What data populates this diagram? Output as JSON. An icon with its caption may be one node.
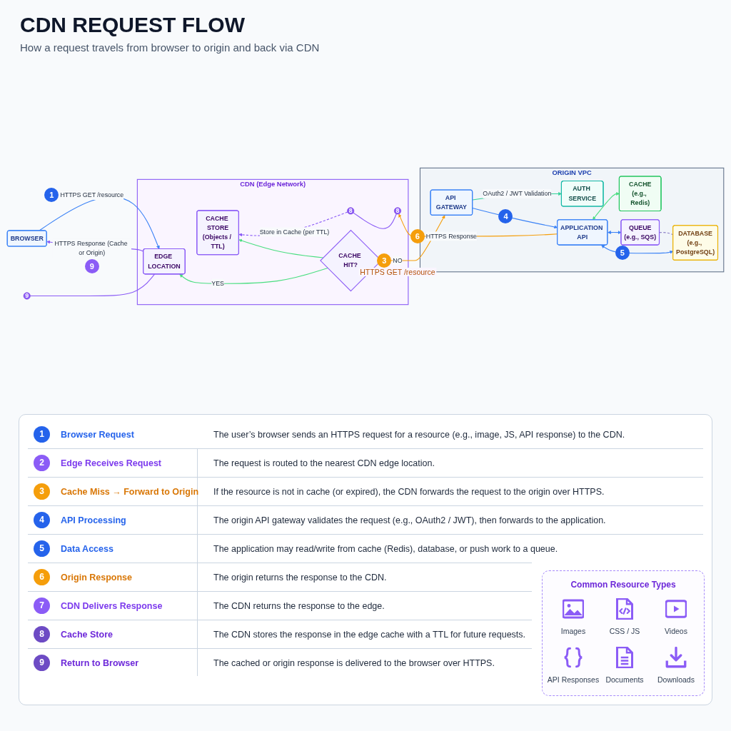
{
  "diagram": {
    "title": "CDN REQUEST FLOW",
    "nodes": [
      {
        "text": [
          "BROWSER"
        ]
      },
      {
        "text": [
          "CDN (Edge Network)"
        ]
      },
      {
        "text": [
          "9"
        ]
      },
      {
        "text": [
          "EDGE LOCATION"
        ],
        "in": 1
      },
      {
        "text": [
          "CACHE HIT?"
        ],
        "in": 1
      },
      {
        "text": [
          "8"
        ],
        "in": 1
      },
      {
        "text": [
          "8"
        ],
        "in": 1
      },
      {
        "text": [
          "CACHE STORE",
          "(Objects / TTL)"
        ],
        "in": 1
      },
      {
        "text": [
          "ORIGIN VPC"
        ]
      },
      {
        "text": [
          "API GATEWAY"
        ],
        "in": 8
      },
      {
        "text": [
          "AUTH SERVICE"
        ],
        "in": 8
      },
      {
        "text": [
          "APPLICATION API"
        ],
        "in": 8
      },
      {
        "text": [
          "CACHE",
          "(e.g., Redis)"
        ],
        "in": 8
      },
      {
        "text": [
          "QUEUE",
          "(e.g., SQS)"
        ],
        "in": 8
      },
      {
        "text": [
          "DATABASE",
          "(e.g., PostgreSQL)"
        ],
        "in": 8
      }
    ],
    "edges": [
      {
        "from": 0,
        "to": 3,
        "arrow": "to",
        "label": "HTTPS GET /resource",
        "color": "#3b82f6"
      },
      {
        "from": 3,
        "to": 0,
        "arrow": "to",
        "label": "HTTPS Response (Cache or Origin)",
        "color": "#8b5cf6"
      },
      {
        "from": 2,
        "to": 3,
        "arrow": "none",
        "color": "#8b5cf6"
      },
      {
        "from": 4,
        "to": 9,
        "arrow": "to",
        "label": "NO",
        "color": "#f59e0b"
      },
      {
        "from": 4,
        "to": 3,
        "arrow": "to",
        "label": "YES",
        "color": "#4ade80"
      },
      {
        "from": 4,
        "to": 7,
        "arrow": "to",
        "color": "#4ade80"
      },
      {
        "from": 11,
        "to": 5,
        "arrow": "to",
        "label": "HTTPS Response",
        "color": "#f59e0b"
      },
      {
        "from": 5,
        "to": 6,
        "arrow": "none",
        "color": "#8b5cf6"
      },
      {
        "from": 6,
        "to": 7,
        "arrow": "to",
        "label": "Store in Cache (per TTL)",
        "style": "dashed",
        "color": "#8b5cf6"
      },
      {
        "from": 9,
        "to": 10,
        "arrow": "to",
        "label": "OAuth2 / JWT Validation",
        "color": "#34d399"
      },
      {
        "from": 9,
        "to": 11,
        "arrow": "to",
        "color": "#3b82f6"
      },
      {
        "from": 11,
        "to": 12,
        "arrow": "both",
        "color": "#4ade80"
      },
      {
        "from": 11,
        "to": 13,
        "arrow": "both",
        "color": "#3b82f6"
      },
      {
        "from": 11,
        "to": 14,
        "arrow": "both",
        "color": "#3b82f6"
      },
      {
        "from": 13,
        "to": 14,
        "arrow": "none",
        "style": "dashed",
        "color": "#8b7fc7"
      }
    ],
    "labels": [
      "How a request travels from browser to origin and back via CDN",
      "1",
      "9",
      "3",
      "HTTPS GET /resource",
      "4",
      "6",
      "5",
      "1",
      "Browser Request",
      "The user’s browser sends an HTTPS request for a resource (e.g., image, JS, API response) to the CDN.",
      "2",
      "Edge Receives Request",
      "The request is routed to the nearest CDN edge location.",
      "3",
      "Cache Miss → Forward to Origin",
      "If the resource is not in cache (or expired), the CDN forwards the request to the origin over HTTPS.",
      "4",
      "API Processing",
      "The origin API gateway validates the request (e.g., OAuth2 / JWT), then forwards to the application.",
      "5",
      "Data Access",
      "The application may read/write from cache (Redis), database, or push work to a queue.",
      "6",
      "Origin Response",
      "The origin returns the response to the CDN.",
      "7",
      "CDN Delivers Response",
      "The CDN returns the response to the edge.",
      "8",
      "Cache Store",
      "The CDN stores the response in the edge cache with a TTL for future requests.",
      "9",
      "Return to Browser",
      "The cached or origin response is delivered to the browser over HTTPS.",
      "Common Resource Types",
      "Images",
      "CSS / JS",
      "Videos",
      "API Responses",
      "Documents",
      "Downloads"
    ]
  }
}
